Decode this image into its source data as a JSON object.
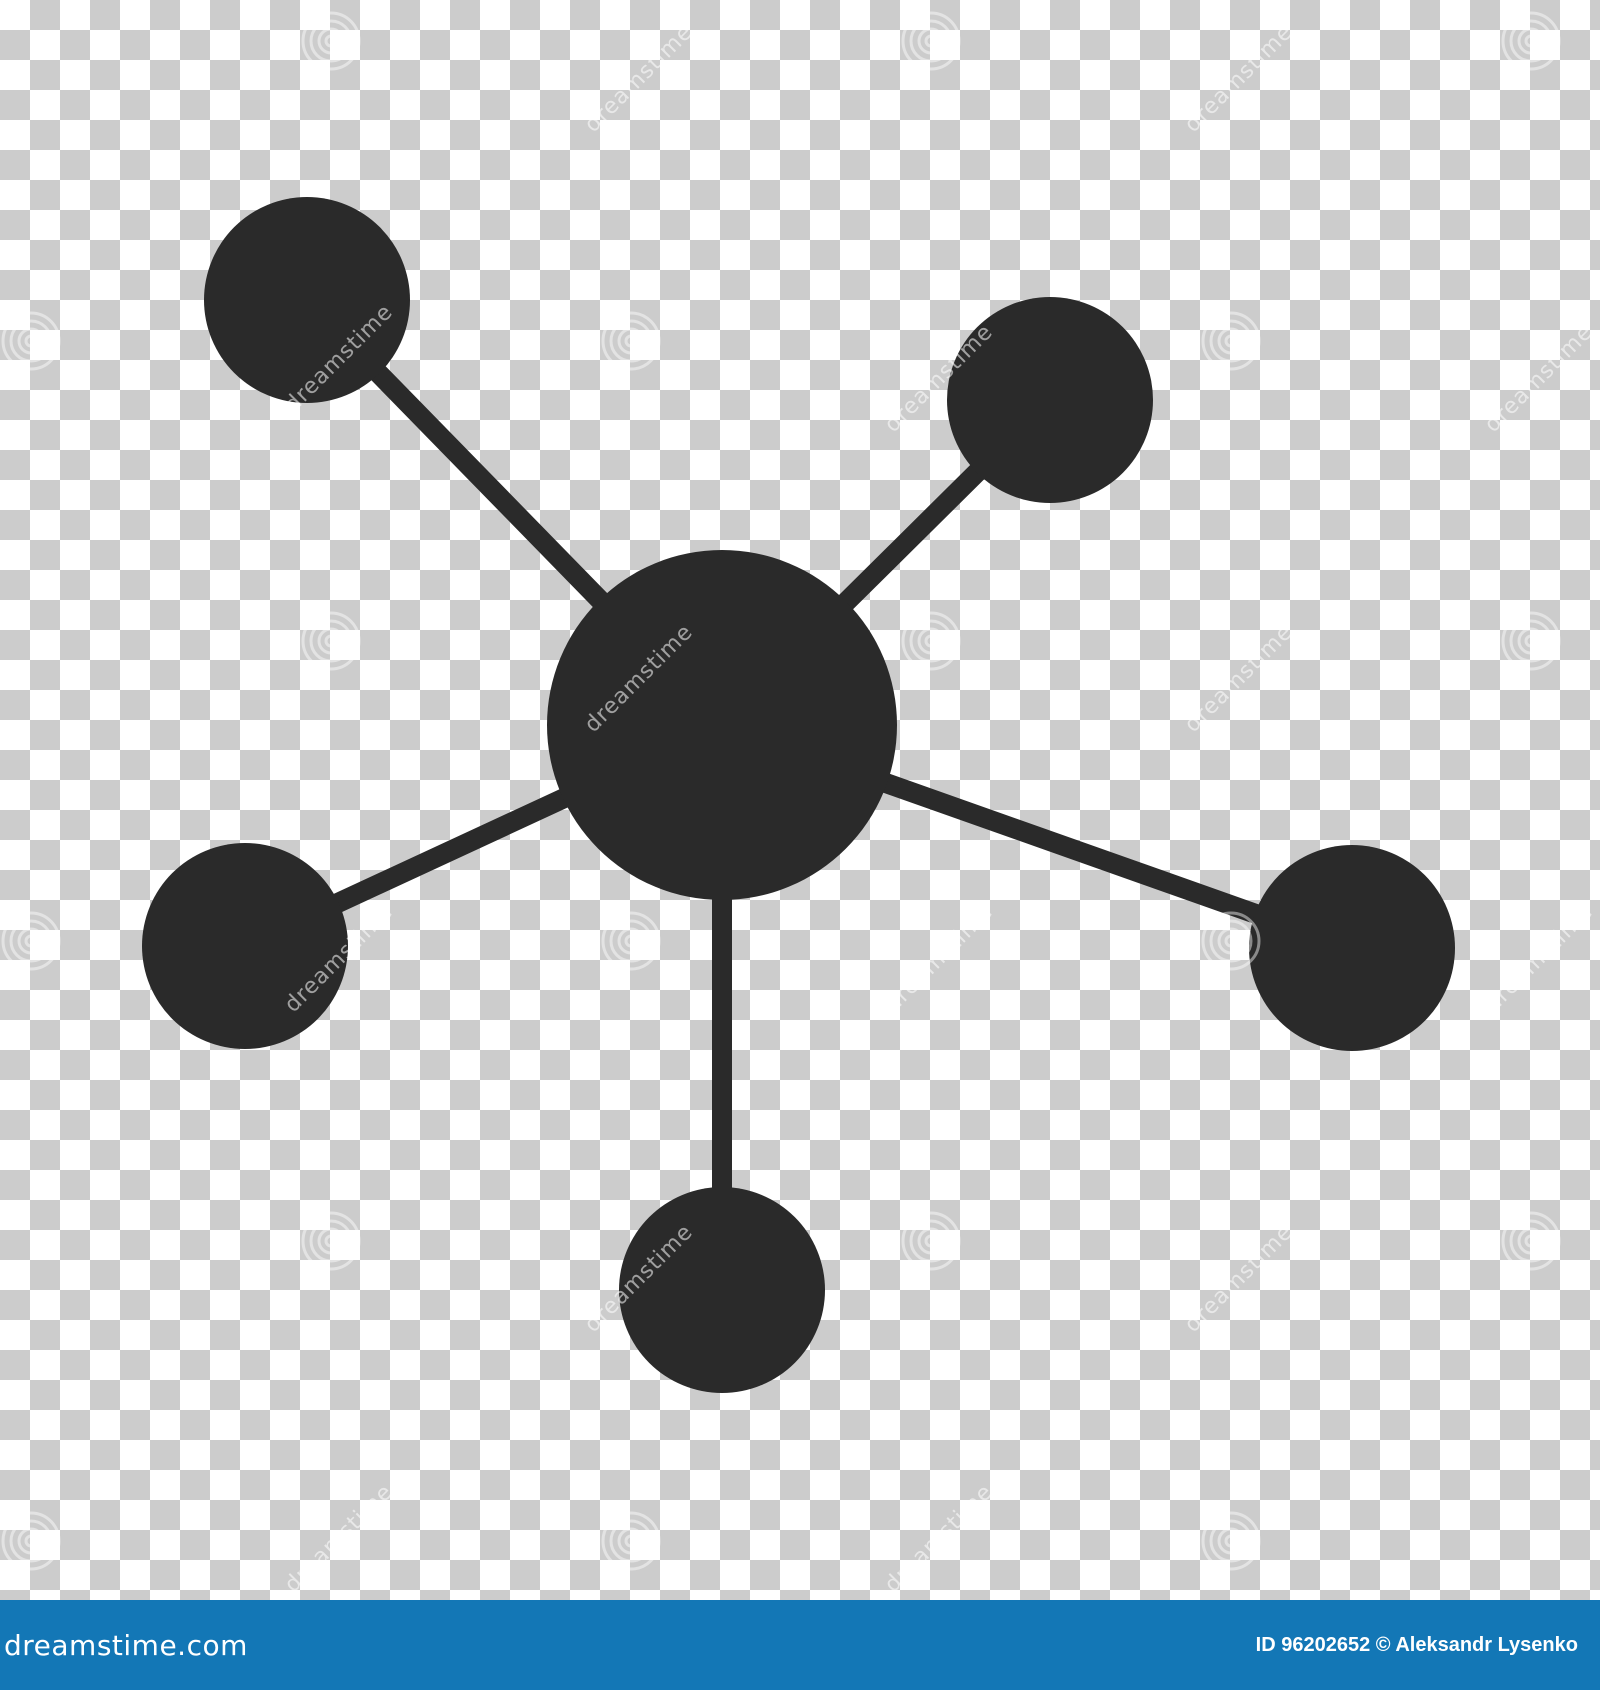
{
  "watermark": {
    "text": "dreamstime"
  },
  "footer": {
    "brand": "dreamstime.com",
    "credit": "ID 96202652 © Aleksandr Lysenko"
  },
  "colors": {
    "icon": "#2a2a2a",
    "footer_bar": "#1377b6",
    "checker_light": "#ffffff",
    "checker_dark": "#cccccc"
  }
}
